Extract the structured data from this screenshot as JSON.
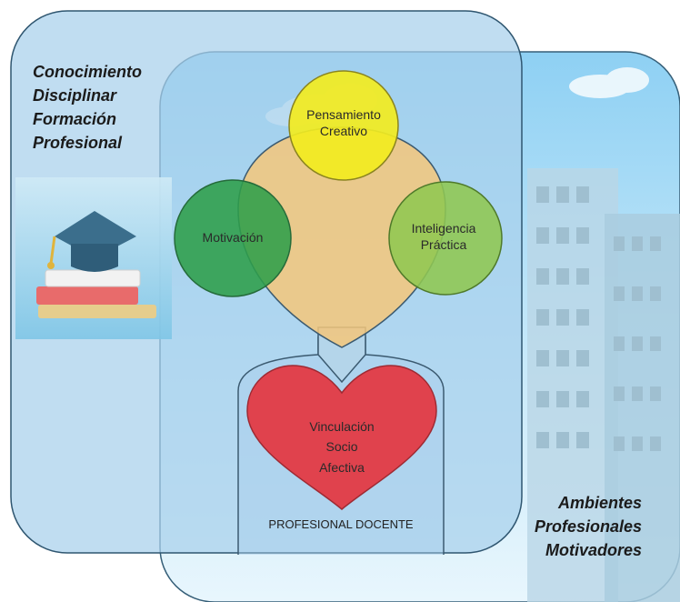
{
  "left_panel": {
    "lines": [
      "Conocimiento",
      "Disciplinar",
      "Formación",
      "Profesional"
    ]
  },
  "right_panel": {
    "lines": [
      "Ambientes",
      "Profesionales",
      "Motivadores"
    ]
  },
  "head_circles": {
    "top": {
      "lines": [
        "Pensamiento",
        "Creativo"
      ],
      "color": "#f2ec1f"
    },
    "left": {
      "lines": [
        "Motivación"
      ],
      "color": "#2e9e4a"
    },
    "right": {
      "lines": [
        "Inteligencia",
        "Práctica"
      ],
      "color": "#8fc751"
    }
  },
  "heart": {
    "lines": [
      "Vinculación",
      "Socio",
      "Afectiva"
    ],
    "color": "#e0424d"
  },
  "person_label": "PROFESIONAL DOCENTE",
  "icons": {
    "left_image": "graduation-cap-books-icon",
    "right_background": "city-buildings-icon"
  },
  "colors": {
    "panel_fill": "#c9e6f7",
    "panel_stroke": "#365f78",
    "head_fill": "#f5c77a"
  }
}
